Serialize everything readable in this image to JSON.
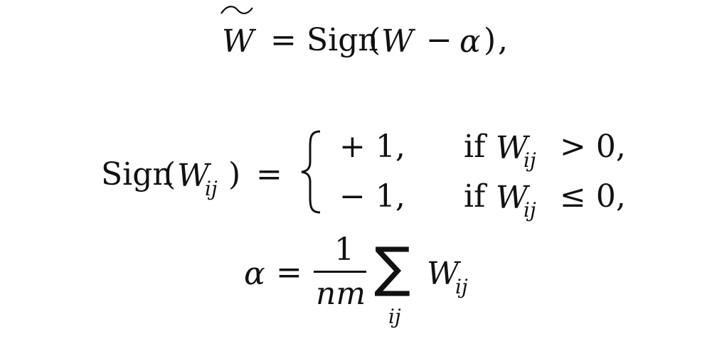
{
  "equations": {
    "eq1": {
      "lhs_var": "W",
      "equals": "=",
      "func": "Sign",
      "open": "(",
      "var": "W",
      "minus": "−",
      "alpha": "α",
      "close": ")",
      "trail": ","
    },
    "eq2": {
      "func": "Sign",
      "open": "(",
      "var": "W",
      "sub": "ij",
      "close": ")",
      "equals": "=",
      "cases": [
        {
          "value": "+ 1,",
          "cond_if": "if",
          "cond_var": "W",
          "cond_sub": "ij",
          "cond_rel": "> 0,"
        },
        {
          "value": "− 1,",
          "cond_if": "if",
          "cond_var": "W",
          "cond_sub": "ij",
          "cond_rel": "≤ 0,"
        }
      ]
    },
    "eq3": {
      "alpha": "α",
      "equals": "=",
      "numerator": "1",
      "denominator": "nm",
      "sum": "∑",
      "sum_index": "ij",
      "var": "W",
      "sub": "ij"
    }
  }
}
